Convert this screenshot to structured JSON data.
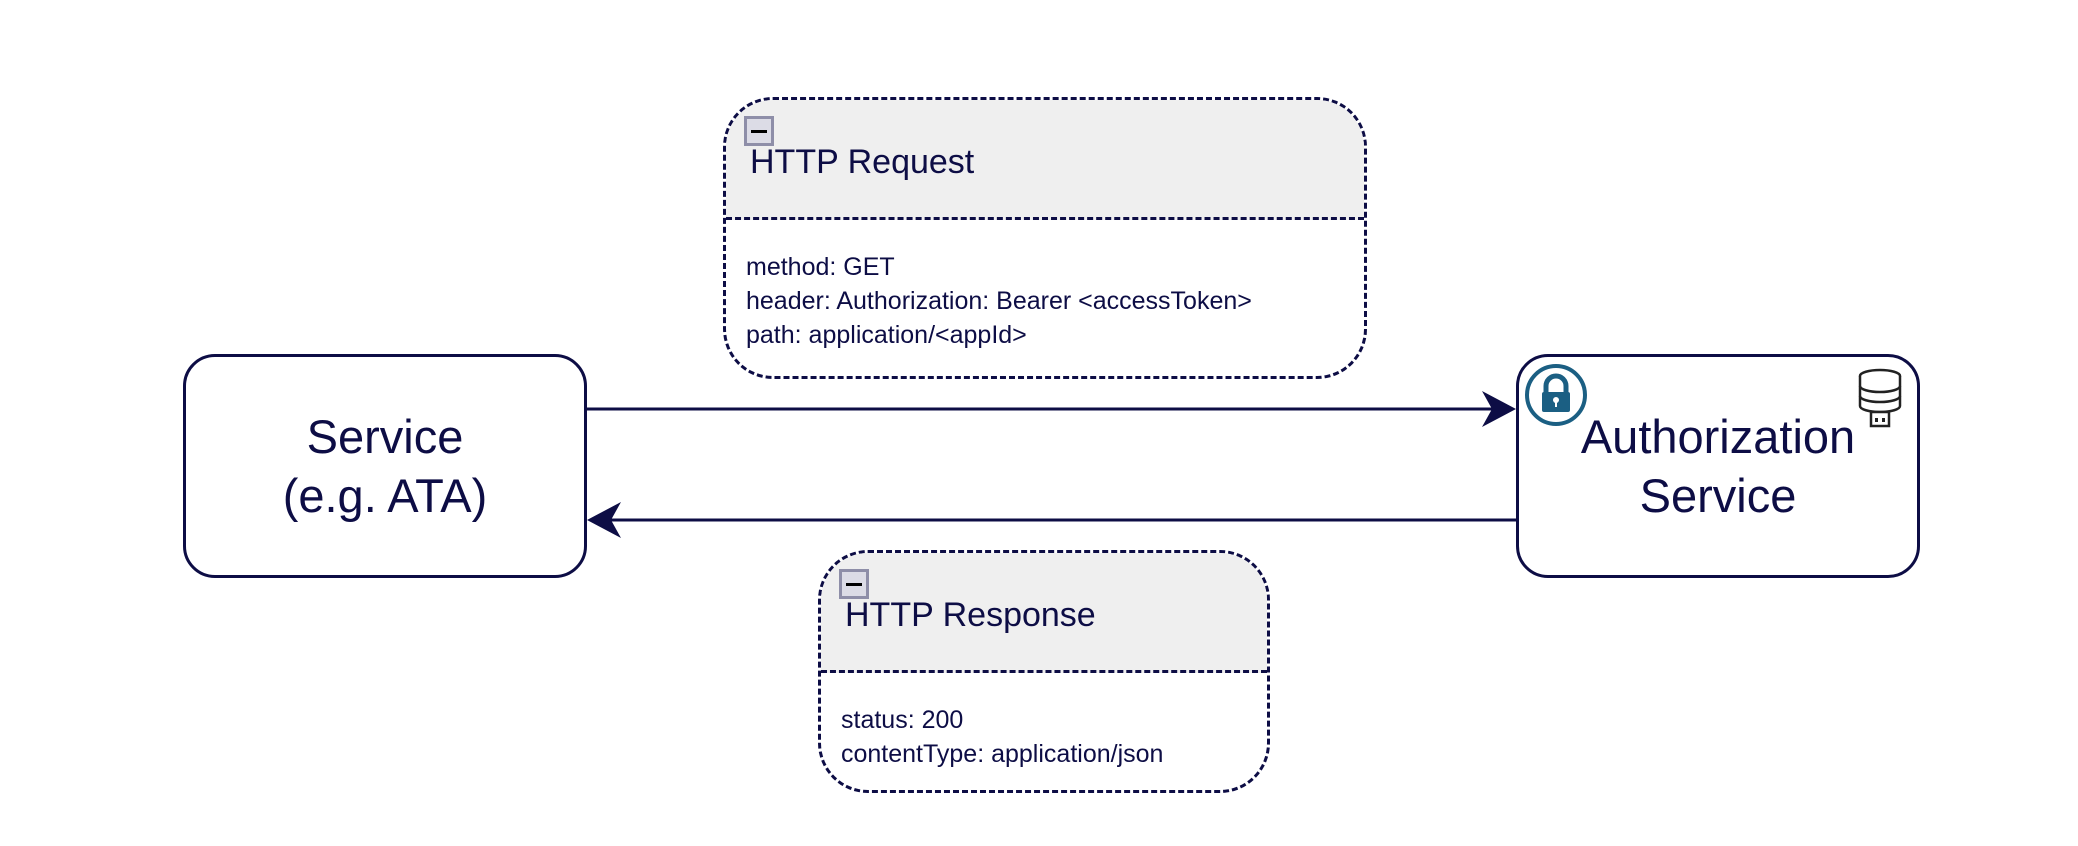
{
  "service": {
    "label": "Service\n(e.g. ATA)"
  },
  "authorization": {
    "label": "Authorization\nService"
  },
  "request": {
    "title": "HTTP Request",
    "lines": [
      "method: GET",
      "header: Authorization: Bearer <accessToken>",
      "path: application/<appId>"
    ]
  },
  "response": {
    "title": "HTTP Response",
    "lines": [
      "status: 200",
      "contentType: application/json"
    ]
  },
  "colors": {
    "stroke": "#0d0d45",
    "header_fill": "#efefef",
    "lock_accent": "#1b5f83"
  }
}
